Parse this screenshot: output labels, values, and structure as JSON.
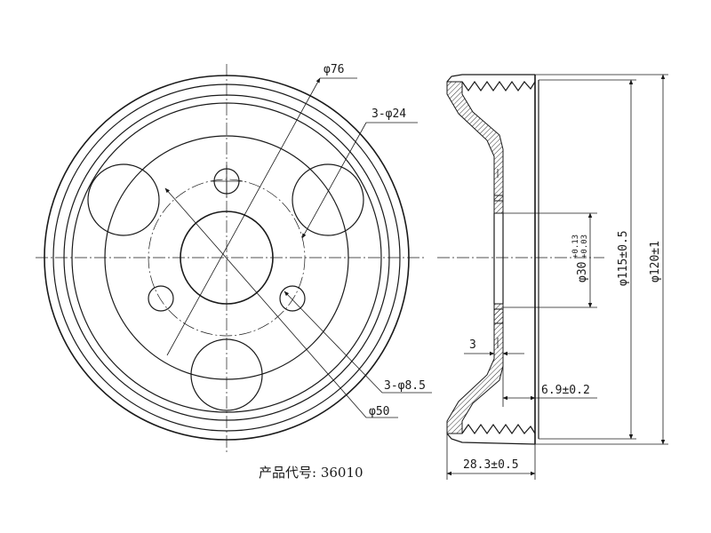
{
  "labels": {
    "d76": "φ76",
    "holes_large": "3-φ24",
    "holes_small": "3-φ8.5",
    "d50": "φ50",
    "d30": "φ30",
    "d30_tol_upper": "+0.13",
    "d30_tol_lower": "+0.03",
    "d115": "φ115±0.5",
    "d120": "φ120±1",
    "thickness": "3",
    "offset": "6.9±0.2",
    "width": "28.3±0.5"
  },
  "product_code": "产品代号: 36010"
}
